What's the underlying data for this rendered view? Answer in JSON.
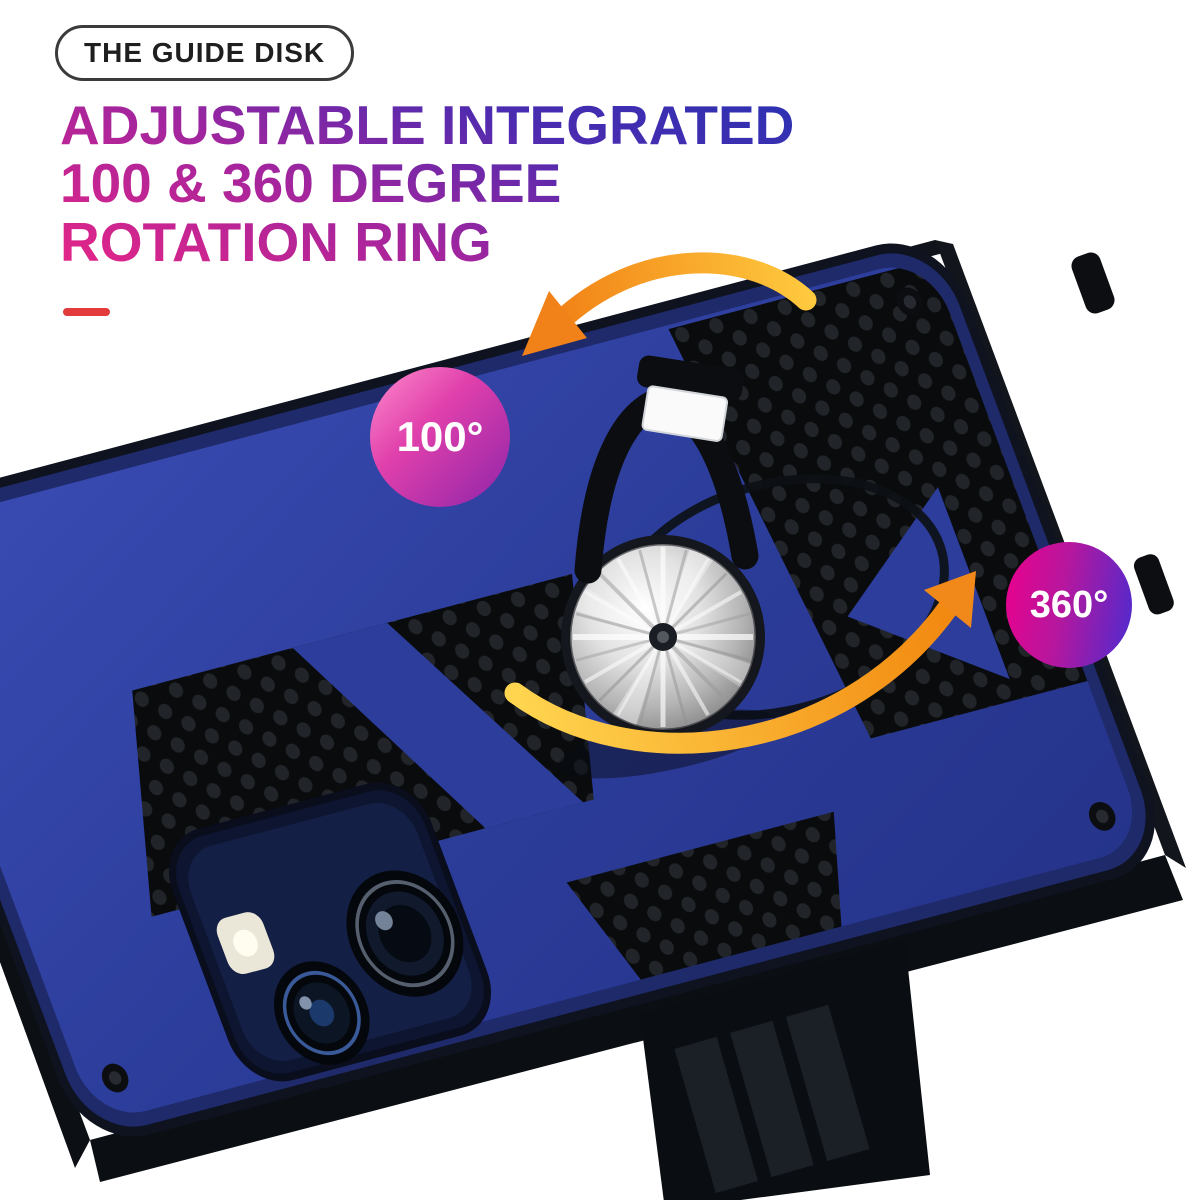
{
  "page": {
    "background": "#ffffff"
  },
  "guide_badge": {
    "label": "THE GUIDE DISK"
  },
  "heading": {
    "line1": "ADJUSTABLE INTEGRATED",
    "line2": "100 & 360 DEGREE",
    "line3": "ROTATION RING",
    "gradient": [
      "#2b32b2",
      "#4c2bb0",
      "#a3259e",
      "#e72586"
    ],
    "underline_color": "#e23b3b"
  },
  "callouts": {
    "rotation_100": {
      "label": "100°",
      "gradient": [
        "#ff8ccd",
        "#8e24aa"
      ]
    },
    "rotation_360": {
      "label": "360°",
      "gradient": [
        "#ec008c",
        "#4b2bd0"
      ]
    }
  },
  "product": {
    "description": "navy-armor-phone-case-with-360-rotating-ring-kickstand",
    "case_color": "#2c3d9b",
    "texture_color": "#0a0b0d",
    "ring_color": "#0b0d11",
    "disk_color": "#c9c9c9",
    "arrow_colors": [
      "#ffd44e",
      "#f07c12"
    ]
  }
}
